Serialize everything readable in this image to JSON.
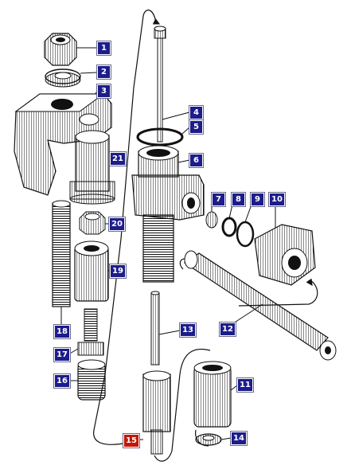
{
  "colors": {
    "callout": "#1c1c8c",
    "callout_active": "#c01808",
    "ink": "#111111"
  },
  "callouts": [
    {
      "id": "part-1",
      "label": "1",
      "active": false
    },
    {
      "id": "part-2",
      "label": "2",
      "active": false
    },
    {
      "id": "part-3",
      "label": "3",
      "active": false
    },
    {
      "id": "part-4",
      "label": "4",
      "active": false
    },
    {
      "id": "part-5",
      "label": "5",
      "active": false
    },
    {
      "id": "part-6",
      "label": "6",
      "active": false
    },
    {
      "id": "part-7",
      "label": "7",
      "active": false
    },
    {
      "id": "part-8",
      "label": "8",
      "active": false
    },
    {
      "id": "part-9",
      "label": "9",
      "active": false
    },
    {
      "id": "part-10",
      "label": "10",
      "active": false
    },
    {
      "id": "part-11",
      "label": "11",
      "active": false
    },
    {
      "id": "part-12",
      "label": "12",
      "active": false
    },
    {
      "id": "part-13",
      "label": "13",
      "active": false
    },
    {
      "id": "part-14",
      "label": "14",
      "active": false
    },
    {
      "id": "part-15",
      "label": "15",
      "active": true
    },
    {
      "id": "part-16",
      "label": "16",
      "active": false
    },
    {
      "id": "part-17",
      "label": "17",
      "active": false
    },
    {
      "id": "part-18",
      "label": "18",
      "active": false
    },
    {
      "id": "part-19",
      "label": "19",
      "active": false
    },
    {
      "id": "part-20",
      "label": "20",
      "active": false
    },
    {
      "id": "part-21",
      "label": "21",
      "active": false
    }
  ]
}
